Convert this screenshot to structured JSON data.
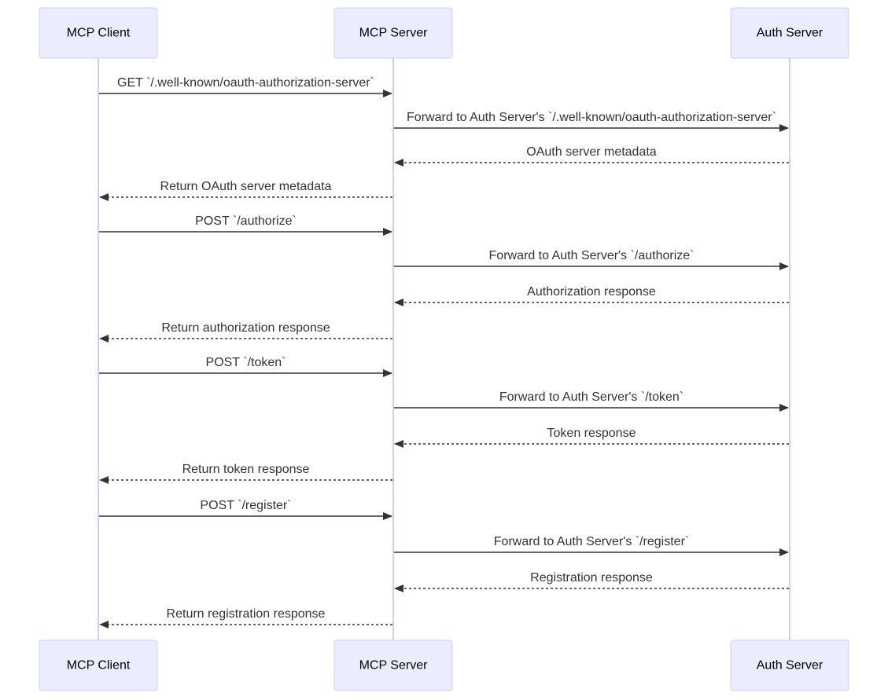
{
  "participants": [
    {
      "id": "client",
      "label": "MCP Client"
    },
    {
      "id": "server",
      "label": "MCP Server"
    },
    {
      "id": "auth",
      "label": "Auth Server"
    }
  ],
  "messages": [
    {
      "from": "client",
      "to": "server",
      "style": "solid",
      "label": "GET `/.well-known/oauth-authorization-server`"
    },
    {
      "from": "server",
      "to": "auth",
      "style": "solid",
      "label": "Forward to Auth Server's `/.well-known/oauth-authorization-server`"
    },
    {
      "from": "auth",
      "to": "server",
      "style": "dashed",
      "label": "OAuth server metadata"
    },
    {
      "from": "server",
      "to": "client",
      "style": "dashed",
      "label": "Return OAuth server metadata"
    },
    {
      "from": "client",
      "to": "server",
      "style": "solid",
      "label": "POST `/authorize`"
    },
    {
      "from": "server",
      "to": "auth",
      "style": "solid",
      "label": "Forward to Auth Server's `/authorize`"
    },
    {
      "from": "auth",
      "to": "server",
      "style": "dashed",
      "label": "Authorization response"
    },
    {
      "from": "server",
      "to": "client",
      "style": "dashed",
      "label": "Return authorization response"
    },
    {
      "from": "client",
      "to": "server",
      "style": "solid",
      "label": "POST `/token`"
    },
    {
      "from": "server",
      "to": "auth",
      "style": "solid",
      "label": "Forward to Auth Server's `/token`"
    },
    {
      "from": "auth",
      "to": "server",
      "style": "dashed",
      "label": "Token response"
    },
    {
      "from": "server",
      "to": "client",
      "style": "dashed",
      "label": "Return token response"
    },
    {
      "from": "client",
      "to": "server",
      "style": "solid",
      "label": "POST `/register`"
    },
    {
      "from": "server",
      "to": "auth",
      "style": "solid",
      "label": "Forward to Auth Server's `/register`"
    },
    {
      "from": "auth",
      "to": "server",
      "style": "dashed",
      "label": "Registration response"
    },
    {
      "from": "server",
      "to": "client",
      "style": "dashed",
      "label": "Return registration response"
    }
  ]
}
